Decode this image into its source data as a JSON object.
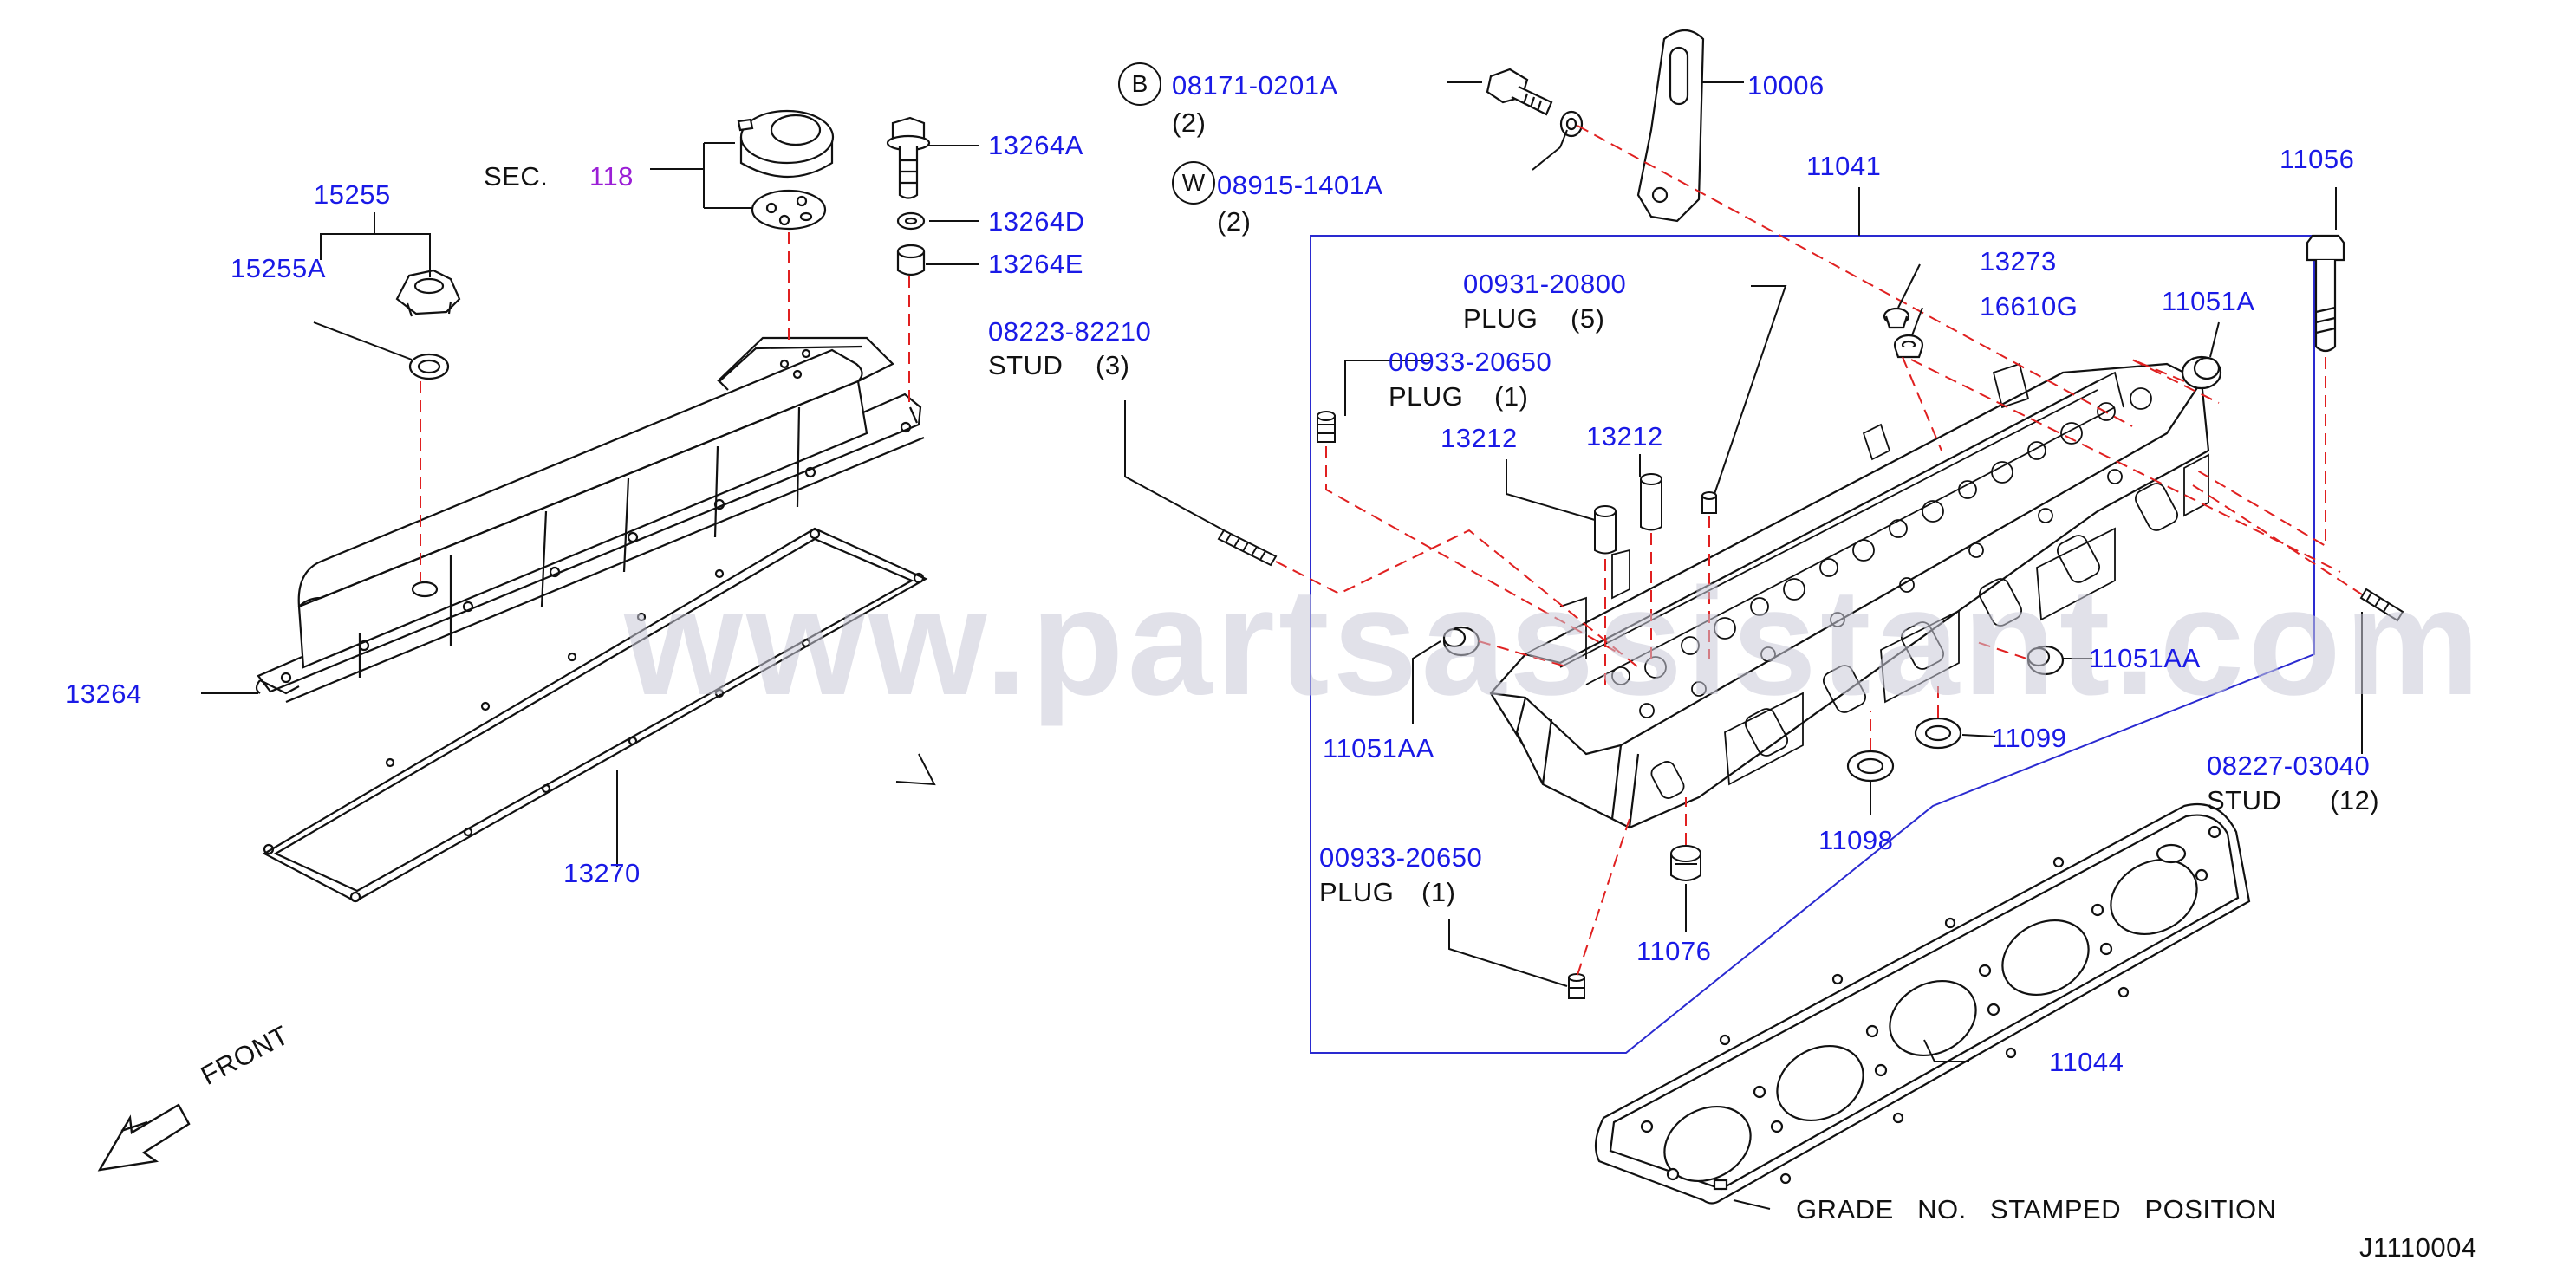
{
  "watermark": "www.partsassistant.com",
  "drawing_id": "J1110004",
  "front": "FRONT",
  "sec": {
    "prefix": "SEC.",
    "number": "118"
  },
  "bolt_marks": {
    "b": "B",
    "w": "W"
  },
  "callouts": {
    "p15255": "15255",
    "p15255A": "15255A",
    "p13264A": "13264A",
    "p13264D": "13264D",
    "p13264E": "13264E",
    "p13264": "13264",
    "p13270": "13270",
    "p08171": "08171-0201A",
    "p08171_qty": "(2)",
    "p08915": "08915-1401A",
    "p08915_qty": "(2)",
    "p10006": "10006",
    "p11041": "11041",
    "p11056": "11056",
    "p08223": "08223-82210",
    "stud_a": "STUD",
    "stud_a_qty": "(3)",
    "p00931": "00931-20800",
    "plug_a": "PLUG",
    "plug_a_qty": "(5)",
    "p00933_top": "00933-20650",
    "plug_b": "PLUG",
    "plug_b_qty": "(1)",
    "p13273": "13273",
    "p16610G": "16610G",
    "p11051A": "11051A",
    "p13212_a": "13212",
    "p13212_b": "13212",
    "p11051AA_left": "11051AA",
    "p11051AA_right": "11051AA",
    "p11099": "11099",
    "p11098": "11098",
    "p08227": "08227-03040",
    "stud_b": "STUD",
    "stud_b_qty": "(12)",
    "p00933_bottom": "00933-20650",
    "plug_c": "PLUG",
    "plug_c_qty": "(1)",
    "p11076": "11076",
    "p11044": "11044",
    "grade": "GRADE   NO.   STAMPED   POSITION"
  }
}
